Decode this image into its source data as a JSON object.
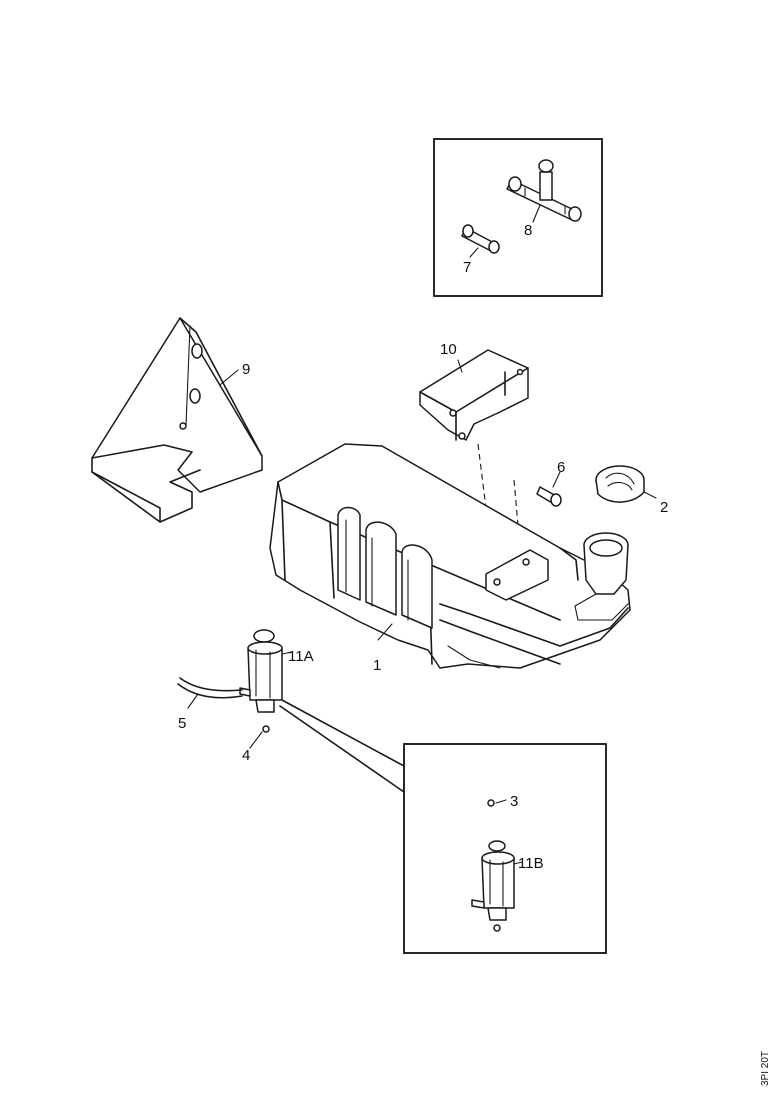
{
  "callouts": {
    "c1": "1",
    "c2": "2",
    "c3": "3",
    "c4": "4",
    "c5": "5",
    "c6": "6",
    "c7": "7",
    "c8": "8",
    "c9": "9",
    "c10": "10",
    "c11a": "11A",
    "c11b": "11B"
  },
  "drawing_code": "3PI 20T"
}
